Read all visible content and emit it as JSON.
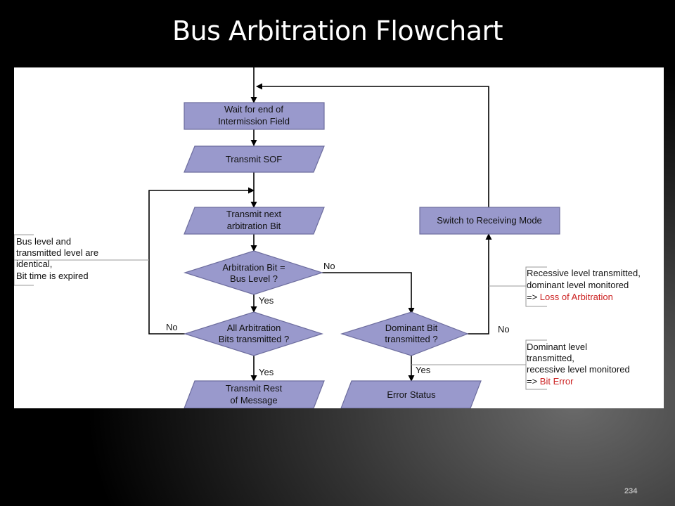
{
  "slide": {
    "title": "Bus Arbitration Flowchart",
    "page_number": "234"
  },
  "nodes": {
    "wait": [
      "Wait for end of",
      "Intermission Field"
    ],
    "sof": [
      "Transmit SOF"
    ],
    "next_bit": [
      "Transmit next",
      "arbitration Bit"
    ],
    "arb_decision": [
      "Arbitration Bit =",
      "Bus Level ?"
    ],
    "all_bits": [
      "All Arbitration",
      "Bits transmitted ?"
    ],
    "rest": [
      "Transmit Rest",
      "of Message"
    ],
    "dominant": [
      "Dominant Bit",
      "transmitted ?"
    ],
    "error": [
      "Error Status"
    ],
    "switch": [
      "Switch to Receiving Mode"
    ]
  },
  "edge_labels": {
    "no_arb": "No",
    "yes_arb": "Yes",
    "no_all": "No",
    "yes_all": "Yes",
    "no_dom": "No",
    "yes_dom": "Yes"
  },
  "annotations": {
    "left": [
      "Bus level and",
      "transmitted level are",
      "identical,",
      "Bit time is expired"
    ],
    "loss": {
      "lines": [
        "Recessive level transmitted,",
        "dominant level monitored"
      ],
      "prefix": "=> ",
      "highlight": "Loss of Arbitration"
    },
    "bit_error": {
      "lines": [
        "Dominant level",
        "transmitted,",
        "recessive level monitored"
      ],
      "prefix": "=> ",
      "highlight": "Bit Error"
    }
  },
  "colors": {
    "shape_fill": "#9999cc",
    "shape_stroke": "#6d6d9e",
    "highlight": "#cc2222"
  }
}
